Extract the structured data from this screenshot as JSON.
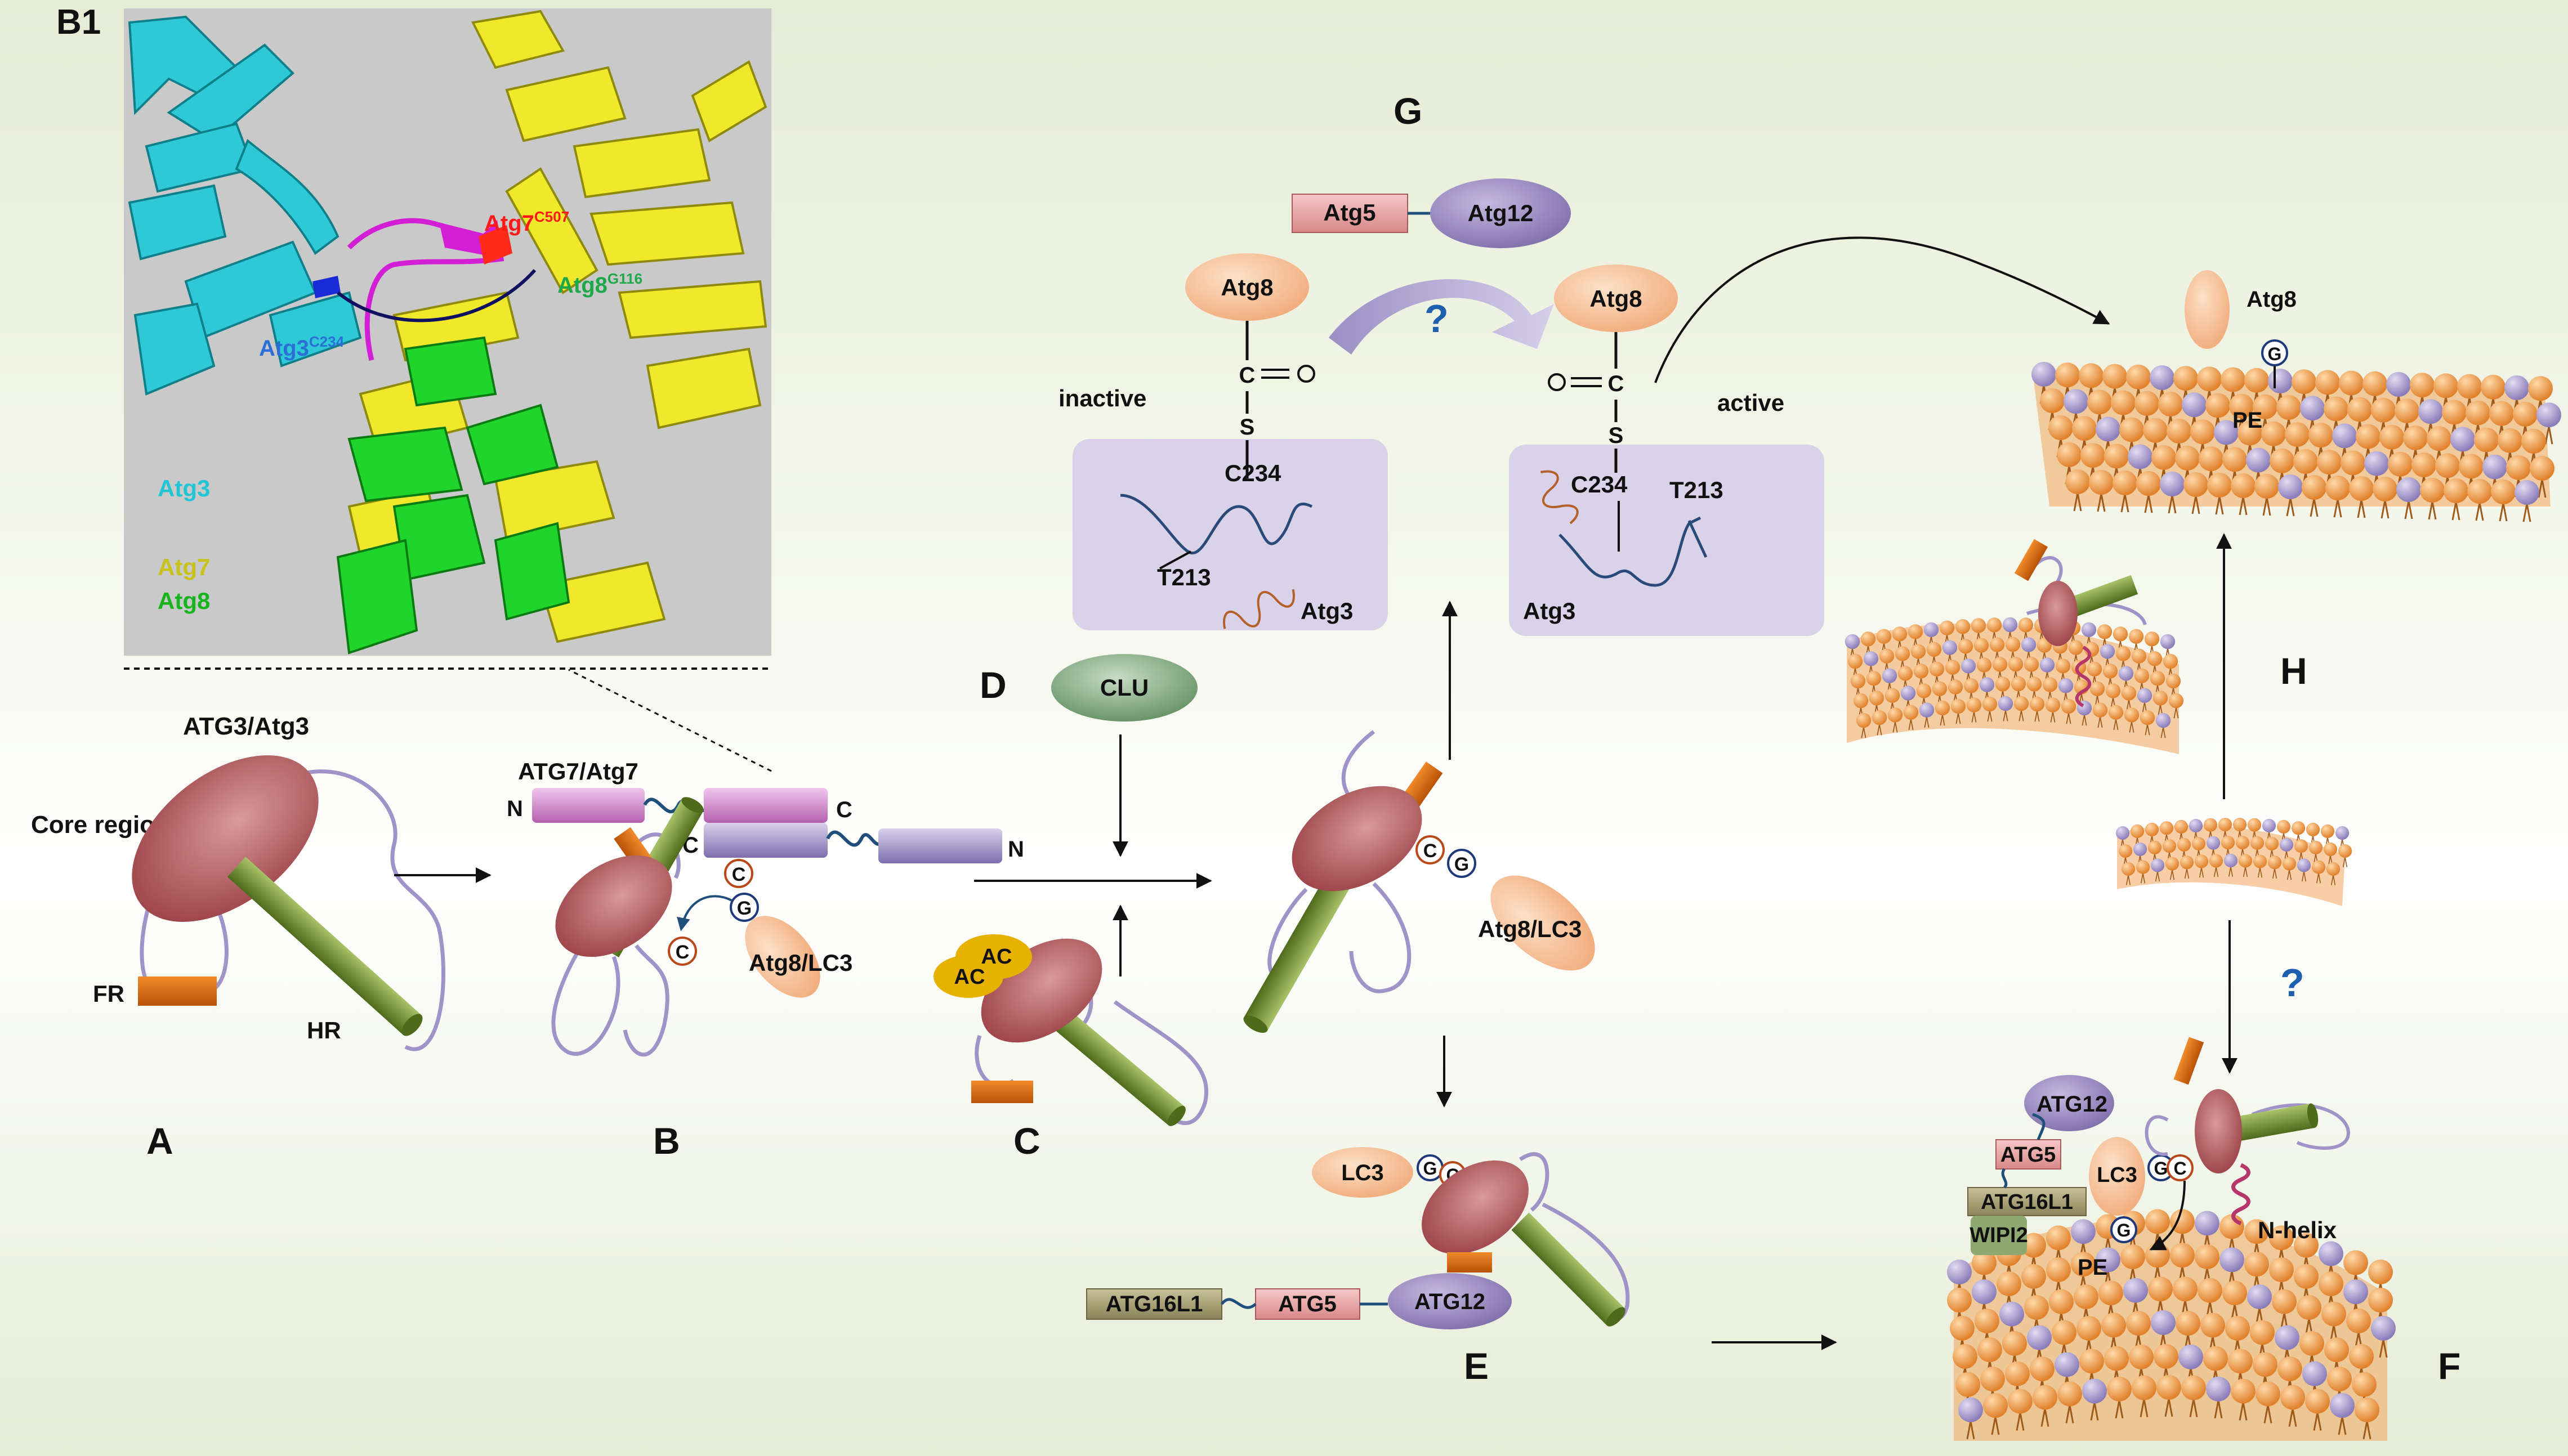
{
  "panel_b1": {
    "label": "B1",
    "atg7_residue": "Atg7",
    "atg7_sup": "C507",
    "atg8_residue": "Atg8",
    "atg8_sup": "G116",
    "atg3_residue": "Atg3",
    "atg3_sup": "C234",
    "legend": {
      "atg3": "Atg3",
      "atg7": "Atg7",
      "atg8": "Atg8"
    }
  },
  "panel_a": {
    "letter": "A",
    "title": "ATG3/Atg3",
    "core": "Core region",
    "fr": "FR",
    "hr": "HR"
  },
  "panel_b": {
    "letter": "B",
    "atg7": "ATG7/Atg7",
    "n": "N",
    "c": "C",
    "atg8lc3": "Atg8/LC3"
  },
  "panel_c": {
    "letter": "C",
    "ac": "AC"
  },
  "panel_d": {
    "letter": "D",
    "clu": "CLU",
    "atg8lc3": "Atg8/LC3"
  },
  "panel_e": {
    "letter": "E",
    "lc3": "LC3",
    "atg16l1": "ATG16L1",
    "atg5": "ATG5",
    "atg12": "ATG12"
  },
  "panel_f": {
    "letter": "F",
    "atg12": "ATG12",
    "atg5": "ATG5",
    "lc3": "LC3",
    "atg16l1": "ATG16L1",
    "wipi2": "WIPI2",
    "pe": "PE",
    "nhelix": "N-helix",
    "question": "?"
  },
  "panel_g": {
    "letter": "G",
    "atg5": "Atg5",
    "atg12": "Atg12",
    "atg8": "Atg8",
    "c": "C",
    "o": "O",
    "s": "S",
    "c234": "C234",
    "t213": "T213",
    "atg3": "Atg3",
    "inactive": "inactive",
    "active": "active",
    "question": "?"
  },
  "panel_h": {
    "letter": "H",
    "atg8": "Atg8",
    "pe": "PE",
    "g": "G"
  },
  "colors": {
    "atg3_core": "#a8444a",
    "helix": "#6b8a2f",
    "fr": "#d56a14",
    "loop": "#9f93c7",
    "atg7_pink": "#c77bc2",
    "atg7_purple": "#8f7fb8",
    "atg8": "#f6c39a",
    "atg12": "#8c7fb8",
    "atg5": "#e8a6a6",
    "atg16l1": "#9a9268",
    "clu": "#6f9a6f",
    "ac": "#e7b100",
    "membrane": "#f3a25a",
    "pe_head": "#a699c8",
    "atg3_box": "#d9d2e8",
    "struct_bg": "#c8c8c8"
  }
}
